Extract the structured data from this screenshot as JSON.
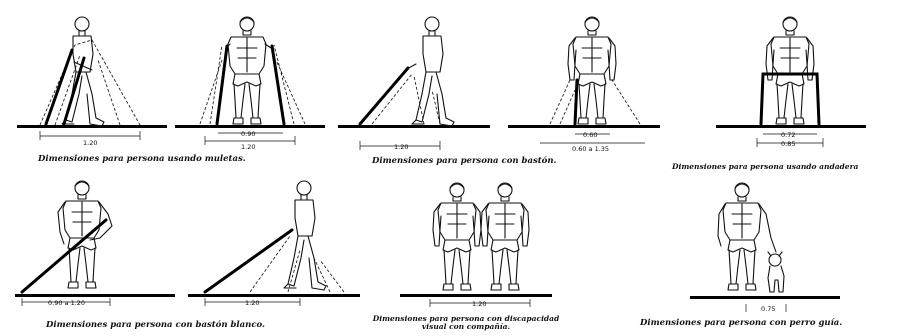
{
  "captions": {
    "crutches": "Dimensiones para persona usando muletas.",
    "cane": "Dimensiones para persona con bastón.",
    "walker": "Dimensiones para persona usando andadera",
    "white_cane": "Dimensiones para persona con bastón blanco.",
    "companion_line1": "Dimensiones para persona con discapacidad",
    "companion_line2": "visual con compañía.",
    "guide_dog": "Dimensiones para persona con perro guía."
  },
  "dimensions": {
    "crutch_side": "1.20",
    "crutch_front": "0.90",
    "crutch_front_wide": "1.20",
    "cane_side": "1.20",
    "cane_front_inner": "0.60",
    "cane_front_outer": "0.60 a 1.35",
    "walker_inner": "0.72",
    "walker_outer": "0.85",
    "white_cane_front": "0.90 a 1.20",
    "white_cane_side": "1.20",
    "companion": "1.20",
    "guide_dog": "0.75"
  }
}
